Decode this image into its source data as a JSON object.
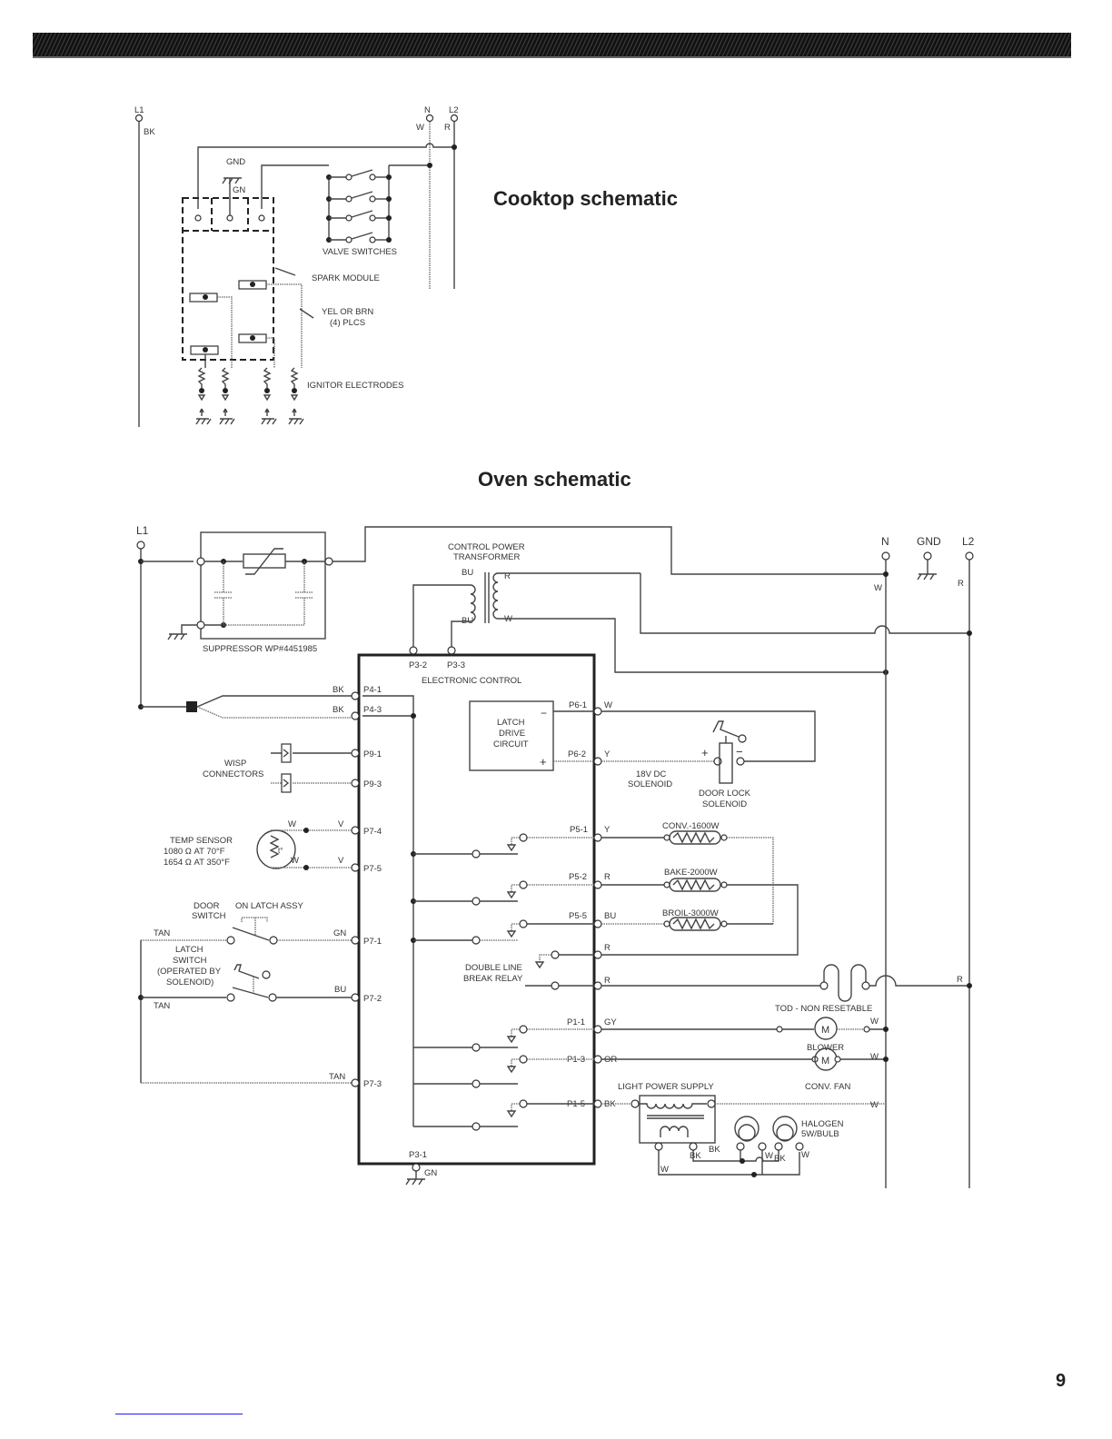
{
  "page": {
    "number": "9"
  },
  "cooktop": {
    "title": "Cooktop schematic",
    "labels": {
      "l1": "L1",
      "bk": "BK",
      "n": "N",
      "l2": "L2",
      "w": "W",
      "r": "R",
      "gnd": "GND",
      "gn": "GN",
      "valve_switches": "VALVE SWITCHES",
      "spark_module": "SPARK MODULE",
      "wire_color_1": "YEL OR BRN",
      "wire_color_2": "(4) PLCS",
      "ignitor_electrodes": "IGNITOR ELECTRODES"
    },
    "valve_switch_count": 4,
    "electrode_count": 4
  },
  "oven": {
    "title": "Oven schematic",
    "power": {
      "l1": "L1",
      "n": "N",
      "gnd": "GND",
      "l2": "L2",
      "n_wire": "W",
      "l2_wire": "R"
    },
    "suppressor": "SUPPRESSOR WP#4451985",
    "transformer": {
      "title_1": "CONTROL POWER",
      "title_2": "TRANSFORMER",
      "bu_top": "BU",
      "bu_bottom": "BU",
      "r": "R",
      "w": "W"
    },
    "control": {
      "title": "ELECTRONIC CONTROL",
      "p3_2": "P3-2",
      "p3_3": "P3-3",
      "p3_1": "P3-1",
      "gn": "GN"
    },
    "left_pins": [
      {
        "pin": "P4-1",
        "wire": "BK"
      },
      {
        "pin": "P4-3",
        "wire": "BK"
      },
      {
        "pin": "P9-1",
        "wire": ""
      },
      {
        "pin": "P9-3",
        "wire": ""
      },
      {
        "pin": "P7-4",
        "wire": "V"
      },
      {
        "pin": "P7-5",
        "wire": "V"
      },
      {
        "pin": "P7-1",
        "wire": "GN"
      },
      {
        "pin": "P7-2",
        "wire": "BU"
      },
      {
        "pin": "P7-3",
        "wire": "TAN"
      }
    ],
    "wisp": {
      "line1": "WISP",
      "line2": "CONNECTORS"
    },
    "temp_sensor": {
      "title": "TEMP SENSOR",
      "spec1": "1080  Ω  AT 70°F",
      "spec2": "1654  Ω  AT 350°F",
      "symbol": "t°",
      "w1": "W",
      "w2": "W"
    },
    "door_switch": {
      "line1": "DOOR",
      "line2": "SWITCH",
      "assy": "ON LATCH ASSY",
      "tan_top": "TAN",
      "tan_bottom": "TAN"
    },
    "latch_switch": {
      "line1": "LATCH",
      "line2": "SWITCH",
      "line3": "(OPERATED BY",
      "line4": "SOLENOID)"
    },
    "latch_drive": {
      "line1": "LATCH",
      "line2": "DRIVE",
      "line3": "CIRCUIT",
      "minus": "−",
      "plus": "+"
    },
    "right_pins": [
      {
        "pin": "P6-1",
        "wire": "W"
      },
      {
        "pin": "P6-2",
        "wire": "Y"
      },
      {
        "pin": "P5-1",
        "wire": "Y"
      },
      {
        "pin": "P5-2",
        "wire": "R"
      },
      {
        "pin": "P5-5",
        "wire": "BU"
      },
      {
        "pin": "",
        "wire": "R"
      },
      {
        "pin": "",
        "wire": "R"
      },
      {
        "pin": "P1-1",
        "wire": "GY"
      },
      {
        "pin": "P1-3",
        "wire": "OR"
      },
      {
        "pin": "P1-5",
        "wire": "BK"
      }
    ],
    "solenoid": {
      "v_line1": "18V DC",
      "v_line2": "SOLENOID",
      "name1": "DOOR LOCK",
      "name2": "SOLENOID",
      "plus": "+",
      "minus": "−"
    },
    "elements": [
      {
        "name": "CONV.-1600W"
      },
      {
        "name": "BAKE-2000W"
      },
      {
        "name": "BROIL-3000W"
      }
    ],
    "relay": {
      "line1": "DOUBLE LINE",
      "line2": "BREAK RELAY"
    },
    "tod": "TOD - NON RESETABLE",
    "blower": {
      "label": "BLOWER",
      "symbol": "M",
      "wire": "W"
    },
    "conv_fan": {
      "label": "CONV. FAN",
      "symbol": "M",
      "wire": "W"
    },
    "light": {
      "title": "LIGHT POWER SUPPLY",
      "halogen1": "HALOGEN",
      "halogen2": "5W/BULB",
      "w_right": "W",
      "bk1": "BK",
      "bk2": "BK",
      "bk3": "BK",
      "w1": "W",
      "w2": "W",
      "w3": "W"
    },
    "r_right": "R"
  }
}
